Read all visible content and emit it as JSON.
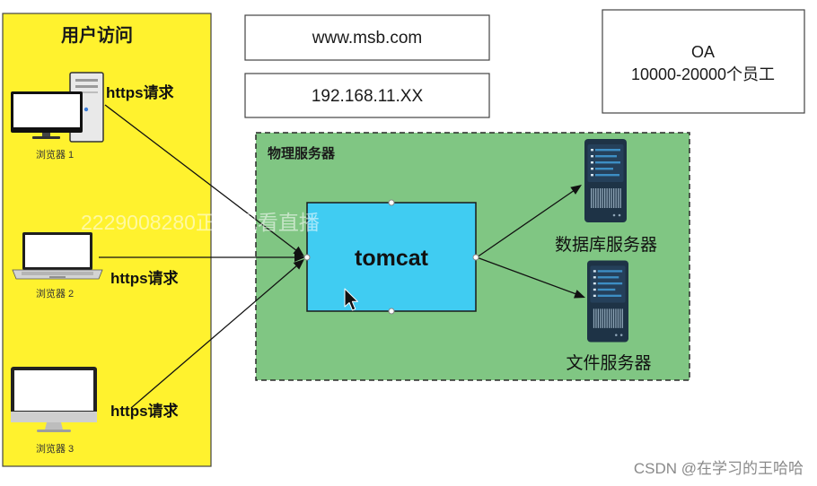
{
  "user_access": {
    "title": "用户访问"
  },
  "browsers": [
    {
      "label": "浏览器 1",
      "request_label": "https请求"
    },
    {
      "label": "浏览器 2",
      "request_label": "https请求"
    },
    {
      "label": "浏览器 3",
      "request_label": "https请求"
    }
  ],
  "domain_box": {
    "text": "www.msb.com"
  },
  "ip_box": {
    "text": "192.168.11.XX"
  },
  "oa_box": {
    "title": "OA",
    "detail": "10000-20000个员工"
  },
  "physical_server": {
    "title": "物理服务器"
  },
  "tomcat": {
    "label": "tomcat"
  },
  "database_server": {
    "label": "数据库服务器"
  },
  "file_server": {
    "label": "文件服务器"
  },
  "watermark": {
    "text": "2229008280正在观看直播"
  },
  "credit": {
    "text": "CSDN @在学习的王哈哈"
  },
  "colors": {
    "user_panel": "#FFF22E",
    "physical_server_panel": "#80C683",
    "tomcat_box": "#40CCF2",
    "server_body": "#1E3346",
    "server_accent": "#3D8EC4"
  }
}
